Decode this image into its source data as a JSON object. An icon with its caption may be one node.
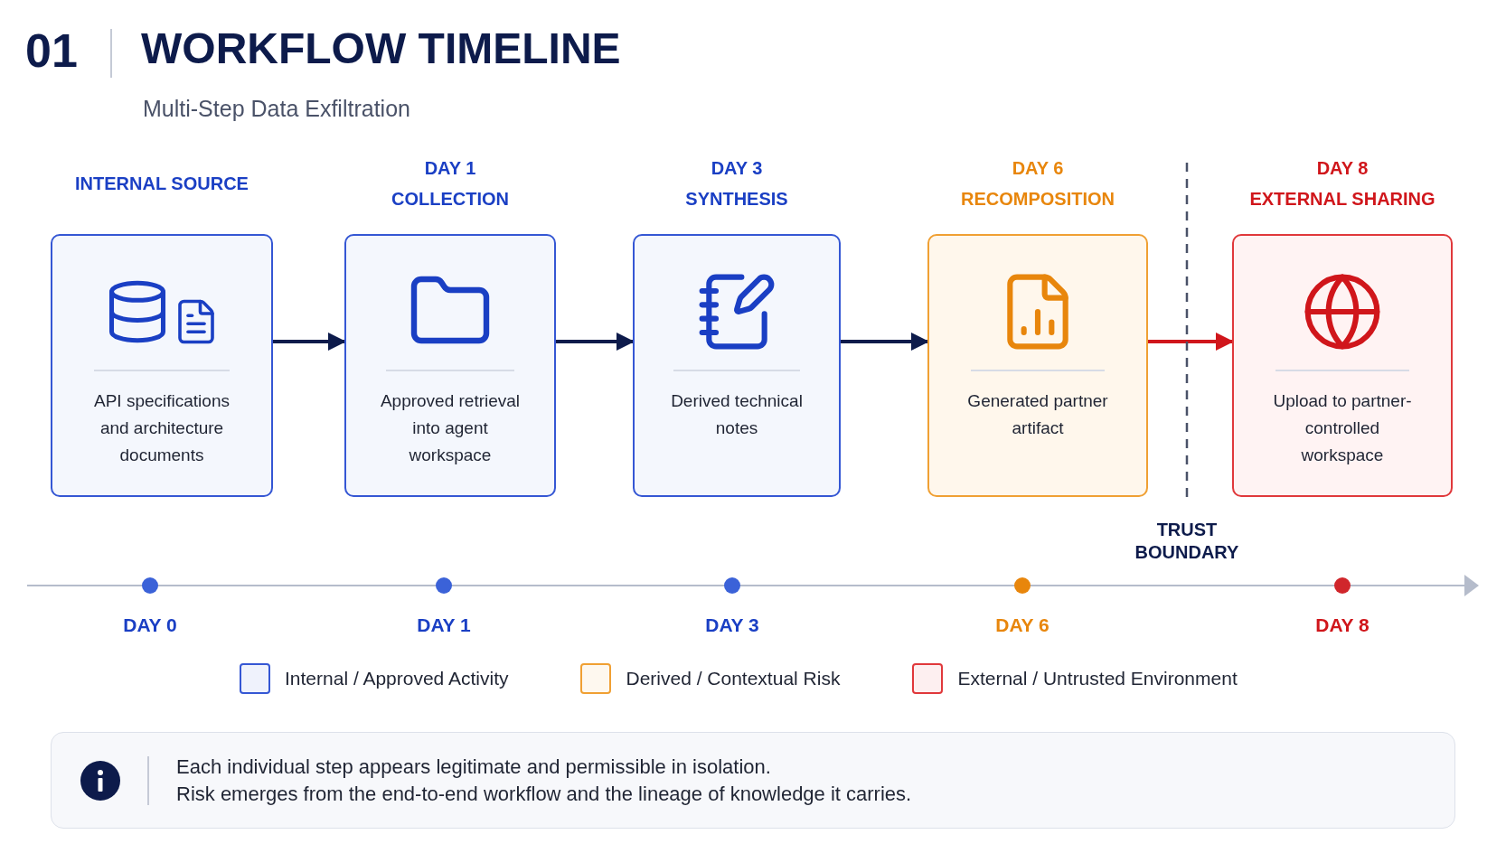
{
  "diagram": {
    "title": "WORKFLOW TIMELINE",
    "nodes": [
      {
        "text": [
          "INTERNAL SOURCE",
          "API specifications and architecture documents"
        ]
      },
      {
        "text": [
          "DAY 1",
          "COLLECTION",
          "Approved retrieval into agent workspace"
        ]
      },
      {
        "text": [
          "DAY 3",
          "SYNTHESIS",
          "Derived technical notes"
        ]
      },
      {
        "text": [
          "DAY 6",
          "RECOMPOSITION",
          "Generated partner artifact"
        ]
      },
      {
        "text": [
          "DAY 8",
          "EXTERNAL SHARING",
          "Upload to partner-controlled workspace"
        ]
      },
      {
        "text": [
          "Each individual step appears legitimate and permissible in isolation.",
          "Risk emerges from the end-to-end workflow and the lineage of knowledge it carries."
        ]
      }
    ],
    "edges": [
      {
        "from": 0,
        "to": 1,
        "arrow": "to"
      },
      {
        "from": 1,
        "to": 2,
        "arrow": "to"
      },
      {
        "from": 2,
        "to": 3,
        "arrow": "to"
      },
      {
        "from": 3,
        "to": 4,
        "arrow": "to",
        "color": "#d0161b"
      }
    ],
    "labels": [
      "01",
      "Multi-Step Data Exfiltration",
      "TRUST BOUNDARY",
      "DAY 0",
      "DAY 1",
      "DAY 3",
      "DAY 6",
      "DAY 8"
    ],
    "legend": [
      {
        "text": "Internal / Approved Activity",
        "color": "#3557d4"
      },
      {
        "text": "Derived / Contextual Risk",
        "color": "#f0a033"
      },
      {
        "text": "External / Untrusted Environment",
        "color": "#e0383b"
      }
    ]
  }
}
